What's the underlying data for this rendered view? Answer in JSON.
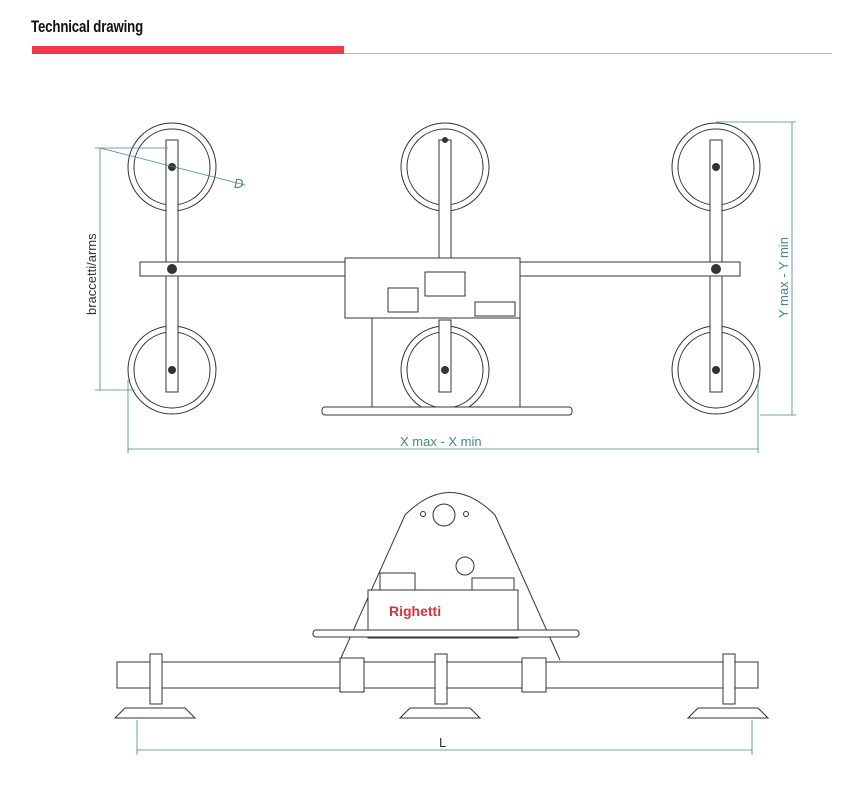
{
  "header": {
    "title": "Technical drawing"
  },
  "top_view": {
    "diameter_label": "D",
    "arms_label": "braccetti/arms",
    "y_dimension_label": "Y max - Y min",
    "x_dimension_label": "X max - X min"
  },
  "side_view": {
    "length_label": "L",
    "logo_text": "Righetti"
  },
  "colors": {
    "accent": "#f23a48",
    "dimension": "#3f8a8a"
  }
}
